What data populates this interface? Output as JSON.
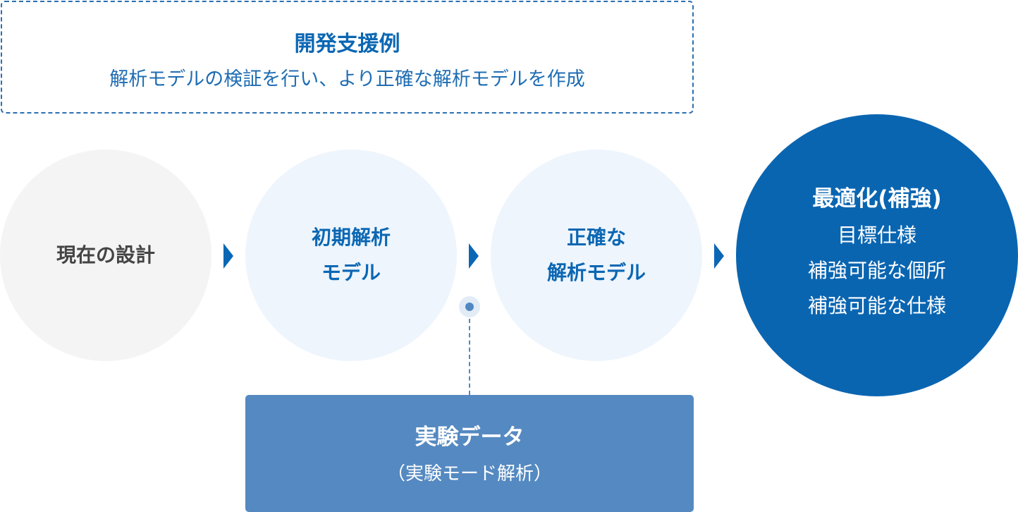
{
  "dev_example": {
    "title": "開発支援例",
    "description": "解析モデルの検証を行い、より正確な解析モデルを作成"
  },
  "flow": {
    "current_design": "現在の設計",
    "initial_model": [
      "初期解析",
      "モデル"
    ],
    "accurate_model": [
      "正確な",
      "解析モデル"
    ],
    "optimization": {
      "title": "最適化(補強)",
      "items": [
        "目標仕様",
        "補強可能な個所",
        "補強可能な仕様"
      ]
    }
  },
  "experiment": {
    "title": "実験データ",
    "subtitle": "（実験モード解析）"
  },
  "colors": {
    "primary": "#0a65b1",
    "light_circle": "#eef5fd",
    "grey_circle": "#f4f4f4",
    "experiment_box": "#5589c1"
  }
}
